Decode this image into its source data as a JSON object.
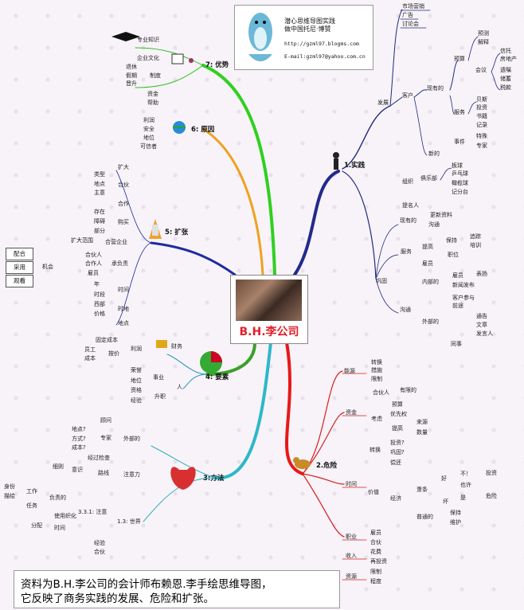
{
  "header": {
    "title_line1": "潜心思维导图实践",
    "title_line2": "做中国托尼·博赞",
    "url": "http://gzml97.blogms.com",
    "email": "E-mail:gzml97@yahoo.com.cn"
  },
  "center": {
    "title": "B.H.李公司"
  },
  "caption": {
    "line1": "资料为B.H.李公司的会计师布赖恩.李手绘思维导图，",
    "line2": "它反映了商务实践的发展、危险和扩张。"
  },
  "branches": {
    "practice": {
      "label": "1.实践",
      "develop": "发展",
      "top_items": [
        "市场营销",
        "广告",
        "讨论会"
      ],
      "customer": "客户",
      "existing": "现有的",
      "budget": "预算",
      "budget_items": [
        "预测",
        "解释"
      ],
      "meeting": "会议",
      "meeting_items": [
        "信托",
        "房地产",
        "遗嘱",
        "储蓄",
        "税款"
      ],
      "service": "服务",
      "service_items": [
        "贝斯",
        "投资",
        "书籍",
        "记录"
      ],
      "new": "新的",
      "events": "事件",
      "event_items": [
        "特殊",
        "专家"
      ],
      "org": "组织",
      "club": "俱乐部",
      "club_items": [
        "板球",
        "乒乓球",
        "橄榄球",
        "记分台"
      ],
      "nominee": "提名人",
      "consolidate": "巩固",
      "current": "现有的",
      "current_items": [
        "更新资料",
        "沟通"
      ],
      "service2": "服务",
      "improve": "提高",
      "improve_items": [
        "保持",
        "职位"
      ],
      "keep_items": [
        "追踪",
        "培训"
      ],
      "staff": "雇员",
      "communicate": "沟通",
      "internal": "内部的",
      "internal_items": [
        "雇员",
        "表扬",
        "新闻发布"
      ],
      "external": "外部的",
      "external_items": [
        "客户参与",
        "前途",
        "通告",
        "文章",
        "发言人"
      ],
      "peers": "同事"
    },
    "danger": {
      "label": "2.危险",
      "capability": "能源",
      "cap_items": [
        "转换",
        "措施",
        "限制"
      ],
      "capital": "资金",
      "partner": "合伙人",
      "partner_item": "有限的",
      "consider": "考虑",
      "consider_items": [
        "预算",
        "优先权",
        "提高"
      ],
      "raise_items": [
        "来源",
        "数量"
      ],
      "time": "时间",
      "convert": "转换",
      "convert_items": [
        "投资?",
        "巩固?"
      ],
      "value": "价值",
      "repay": "偿还",
      "economy": "经济",
      "boom": "萧条",
      "good": "好",
      "bad": "坏",
      "no": "不！",
      "maybe": "也许",
      "yes": "是",
      "invest": "投资",
      "risk": "危险",
      "normal": "普通的",
      "normal_items": [
        "保持",
        "维护"
      ],
      "job": "职业",
      "job_items": [
        "雇员",
        "合伙"
      ],
      "income": "收入",
      "income_items": [
        "花费",
        "再投资"
      ],
      "resource": "资源",
      "resource_items": [
        "限制",
        "程度"
      ]
    },
    "expand": {
      "label": "5: 扩张",
      "items": [
        "扩大",
        "合伙",
        "合作",
        "购买",
        "合营企业",
        "承负责",
        "时间",
        "时地",
        "地点"
      ],
      "sub_left": [
        "类型",
        "地点",
        "主意",
        "存在",
        "障碍",
        "部分",
        "扩大范围",
        "合伙人",
        "合作人",
        "雇员",
        "年",
        "时段",
        "西部",
        "价格"
      ],
      "opportunity": "机会",
      "left_boxes": [
        "配合",
        "采用",
        "观看"
      ]
    },
    "reason": {
      "label": "6: 原因",
      "items": [
        "利润",
        "安全",
        "地位",
        "可信者"
      ]
    },
    "advantage": {
      "label": "7: 优势",
      "items": [
        "专业知识",
        "企业文化",
        "退休",
        "制度",
        "假期",
        "晋升",
        "资金",
        "帮助"
      ]
    },
    "elements": {
      "label": "4: 要素",
      "finance": "财务",
      "profit": "利润",
      "profit_items": [
        "固定成本",
        "员工",
        "成本",
        "按价"
      ],
      "people": "人",
      "business": "事业",
      "business_items": [
        "荣誉",
        "地位"
      ],
      "promotion": "升职",
      "promotion_items": [
        "资格",
        "经验"
      ]
    },
    "method": {
      "label": "3:方法",
      "external": "外部的",
      "expert": "专家",
      "expert_items": [
        "地点?",
        "方式?",
        "成本?"
      ],
      "consult": "顾问",
      "check": "经过检查",
      "attention": "注意力",
      "aware": "意识",
      "route": "路线",
      "detail": "细则",
      "world": "1.3: 世界",
      "note": "3.3.1: 注意",
      "work": "工作",
      "duty": "任务",
      "responsible": "负责的",
      "use_org": "使用织化",
      "time": "时间",
      "assign": "分配",
      "identity": "身份",
      "describe": "描绘",
      "experience": "经验",
      "partner": "合伙"
    }
  }
}
